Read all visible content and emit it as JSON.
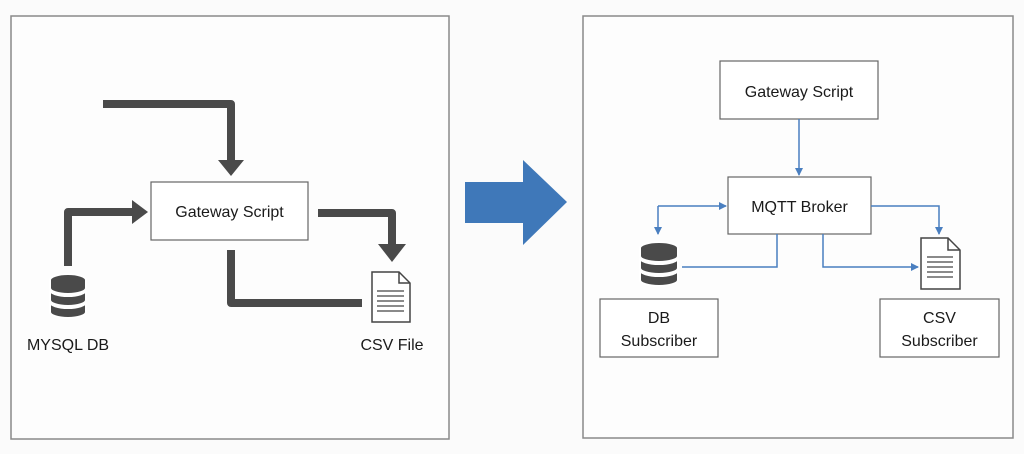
{
  "before": {
    "gateway_label": "Gateway Script",
    "db_label": "MYSQL DB",
    "csv_label": "CSV File"
  },
  "after": {
    "gateway_label": "Gateway Script",
    "broker_label": "MQTT Broker",
    "db_subscriber_line1": "DB",
    "db_subscriber_line2": "Subscriber",
    "csv_subscriber_line1": "CSV",
    "csv_subscriber_line2": "Subscriber"
  },
  "colors": {
    "dark_arrow": "#4a4a4a",
    "blue_arrow": "#3f78b9",
    "blue_line": "#4a7fc0"
  }
}
